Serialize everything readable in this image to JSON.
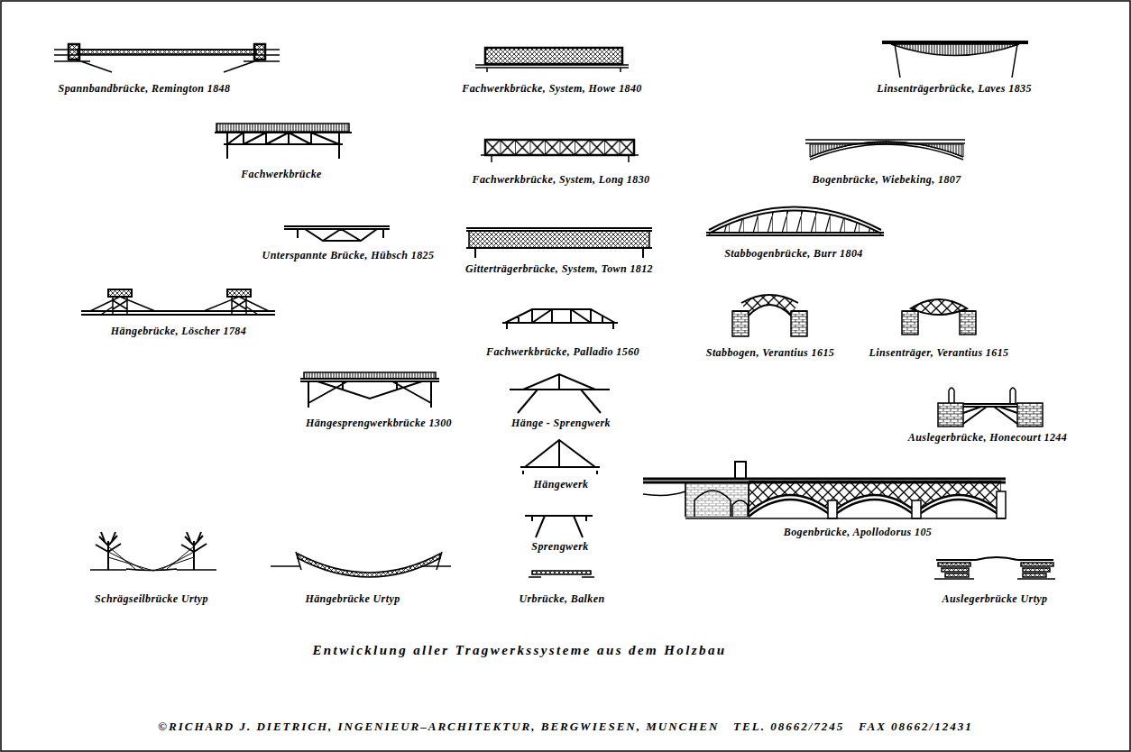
{
  "diagram": {
    "title": "Entwicklung aller Tragwerkssysteme aus dem Holzbau",
    "caption": "©RICHARD J. DIETRICH, INGENIEUR–ARCHITEKTUR, BERGWIESEN, MUNCHEN   TEL. 08662/7245   FAX 08662/12431",
    "labels": [
      "Spannbandbrücke, Remington 1848",
      "Fachwerkbrücke, System, Howe 1840",
      "Linsenträgerbrücke, Laves 1835",
      "Fachwerkbrücke",
      "Fachwerkbrücke, System, Long 1830",
      "Bogenbrücke, Wiebeking, 1807",
      "Unterspannte Brücke, Hübsch 1825",
      "Gitterträgerbrücke, System, Town 1812",
      "Stabbogenbrücke, Burr 1804",
      "Hängebrücke, Löscher 1784",
      "Fachwerkbrücke, Palladio 1560",
      "Stabbogen, Verantius 1615",
      "Linsenträger, Verantius 1615",
      "Hängesprengwerkbrücke 1300",
      "Hänge - Sprengwerk",
      "Auslegerbrücke, Honecourt 1244",
      "Hängewerk",
      "Bogenbrücke, Apollodorus 105",
      "Sprengwerk",
      "Schrägseilbrücke Urtyp",
      "Hängebrücke Urtyp",
      "Urbrücke, Balken",
      "Auslegerbrücke Urtyp"
    ]
  }
}
